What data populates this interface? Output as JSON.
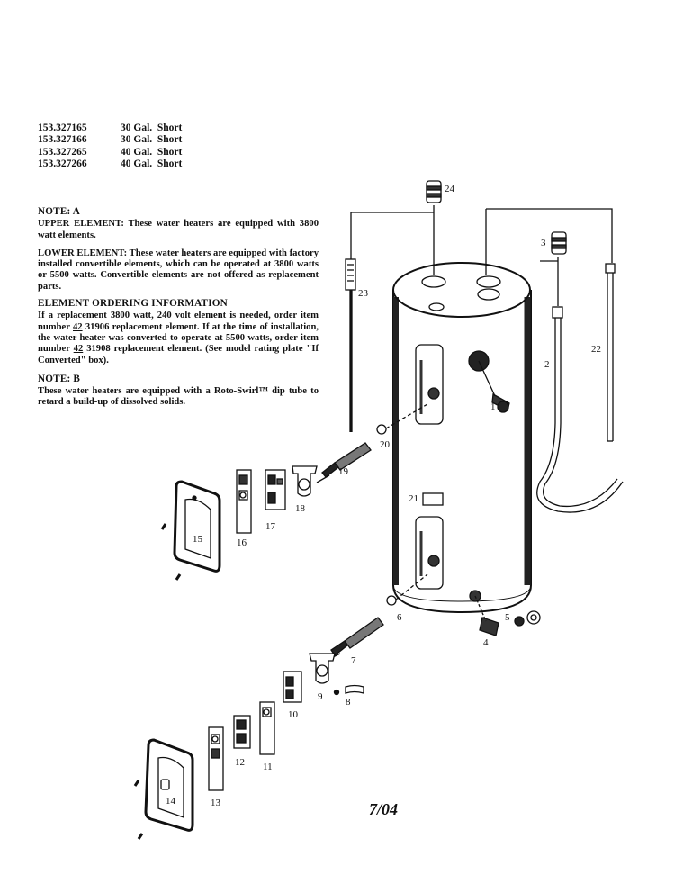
{
  "models": [
    {
      "number": "153.327165",
      "desc": "30 Gal.  Short"
    },
    {
      "number": "153.327166",
      "desc": "30 Gal.  Short"
    },
    {
      "number": "153.327265",
      "desc": "40 Gal.  Short"
    },
    {
      "number": "153.327266",
      "desc": "40 Gal.  Short"
    }
  ],
  "notes": {
    "a_title": "NOTE: A",
    "upper": "UPPER ELEMENT: These water heaters are equipped with 3800 watt elements.",
    "lower": "LOWER ELEMENT: These water heaters are equipped with factory installed convertible elements, which can be operated at 3800 watts or 5500 watts. Convertible elements are not offered as replacement parts.",
    "ordering_title": "ELEMENT ORDERING INFORMATION",
    "ordering_1": "If a replacement 3800 watt, 240 volt element is needed, order item number ",
    "ordering_num_1": "42",
    "ordering_2": " 31906 replacement element. If at the time of installation, the water heater was converted to operate at 5500 watts, order item number ",
    "ordering_num_2": "42",
    "ordering_3": " 31908 replacement element. (See model rating plate \"If Converted\" box).",
    "b_title": "NOTE: B",
    "b_text": "These water heaters are equipped with a Roto-Swirl™ dip tube to retard a build-up of dissolved solids."
  },
  "date": "7/04",
  "part_labels": {
    "p1": "1",
    "p2": "2",
    "p3": "3",
    "p4": "4",
    "p5": "5",
    "p6": "6",
    "p7": "7",
    "p8": "8",
    "p9": "9",
    "p10": "10",
    "p11": "11",
    "p12": "12",
    "p13": "13",
    "p14": "14",
    "p15": "15",
    "p16": "16",
    "p17": "17",
    "p18": "18",
    "p19": "19",
    "p20": "20",
    "p21": "21",
    "p22": "22",
    "p23": "23",
    "p24": "24"
  }
}
